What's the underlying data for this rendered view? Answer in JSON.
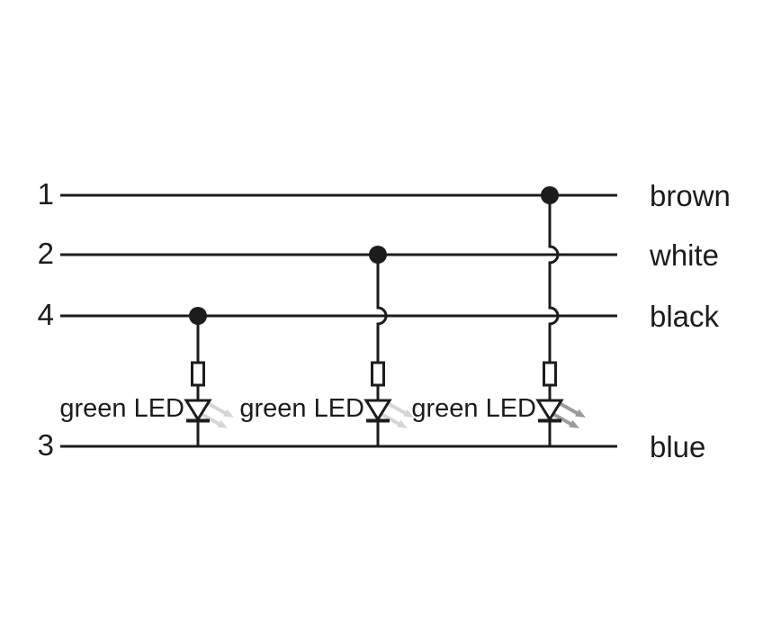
{
  "figure": {
    "background": "#ffffff",
    "colors": {
      "wire": "#1c1c1c",
      "ray_light": "#d6d6d6",
      "ray_dark": "#9c9c9c"
    },
    "pins": [
      {
        "number": "1",
        "color": "brown"
      },
      {
        "number": "2",
        "color": "white"
      },
      {
        "number": "4",
        "color": "black"
      },
      {
        "number": "3",
        "color": "blue"
      }
    ],
    "branches": [
      {
        "label": "green LED",
        "from_pin": "4",
        "to_pin": "3",
        "components": [
          "resistor",
          "LED"
        ],
        "ray_color": "#d6d6d6"
      },
      {
        "label": "green LED",
        "from_pin": "2",
        "to_pin": "3",
        "components": [
          "resistor",
          "LED"
        ],
        "ray_color": "#d6d6d6"
      },
      {
        "label": "green LED",
        "from_pin": "1",
        "to_pin": "3",
        "components": [
          "resistor",
          "LED"
        ],
        "ray_color": "#9c9c9c"
      }
    ]
  }
}
